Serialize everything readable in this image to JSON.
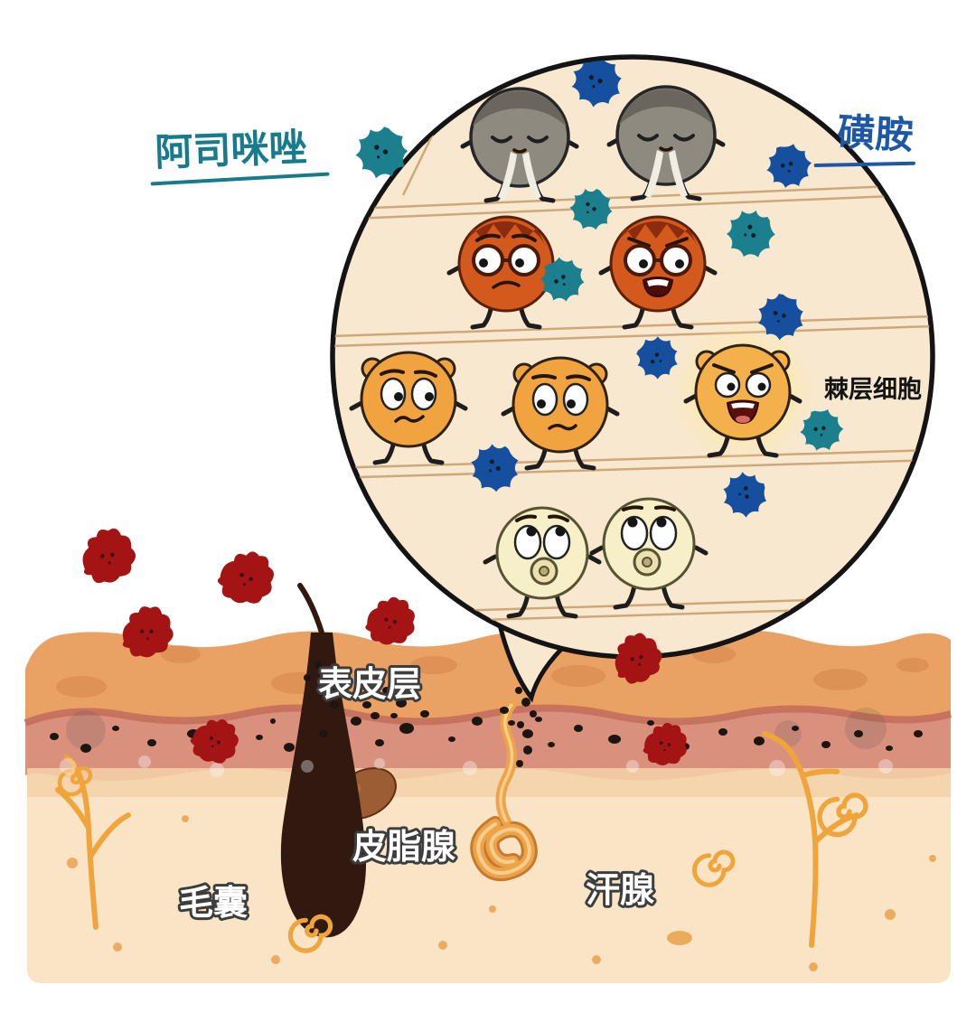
{
  "callout": {
    "drug_left": {
      "text": "阿司咪唑",
      "color": "#177b8b"
    },
    "drug_right": {
      "text": "磺胺",
      "color": "#1e57a5"
    },
    "cell_label": {
      "text": "棘层细胞",
      "color": "#141414"
    }
  },
  "skin": {
    "epidermis": "表皮层",
    "hair_follicle": "毛囊",
    "sebaceous_gland": "皮脂腺",
    "sweat_gland": "汗腺"
  },
  "colors": {
    "bubble_fill": "#f8e8cf",
    "outline": "#141414",
    "teal_particle": "#1c7f8e",
    "blue_particle": "#164f9e",
    "spinous_cell": "#f1a33f",
    "inflamed_cell": "#d4591d",
    "withered_cell": "#8f8a80",
    "basal_cell": "#f6efc8",
    "allergen": "#a41414",
    "skin_surface": "#eaa264",
    "epidermis_band": "#d9917e",
    "dermis": "#f9e5c6",
    "gland_orange": "#eca34a",
    "follicle_brown": "#31190f"
  }
}
